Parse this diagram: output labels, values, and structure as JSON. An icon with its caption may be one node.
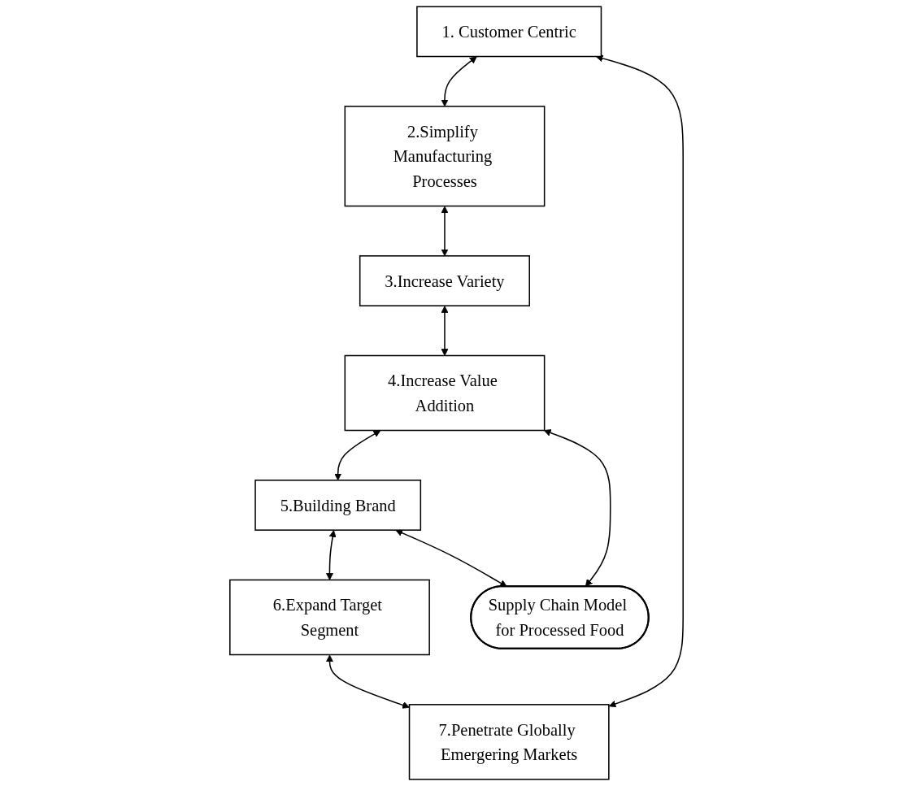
{
  "diagram": {
    "nodes": [
      {
        "text": [
          "1. Customer Centric"
        ]
      },
      {
        "text": [
          "2.Simplify Manufacturing Processes"
        ]
      },
      {
        "text": [
          "3.Increase Variety"
        ]
      },
      {
        "text": [
          "4.Increase Value Addition"
        ]
      },
      {
        "text": [
          "5.Building Brand"
        ]
      },
      {
        "text": [
          "6.Expand Target Segment"
        ]
      },
      {
        "text": [
          "7.Penetrate Globally Emergering Markets"
        ]
      },
      {
        "text": [
          "Supply Chain Model for Processed Food"
        ]
      }
    ],
    "edges": [
      {
        "from": 6,
        "to": 0,
        "arrow": "both"
      },
      {
        "from": 0,
        "to": 1,
        "arrow": "both"
      },
      {
        "from": 1,
        "to": 2,
        "arrow": "both"
      },
      {
        "from": 2,
        "to": 3,
        "arrow": "both"
      },
      {
        "from": 3,
        "to": 4,
        "arrow": "both"
      },
      {
        "from": 4,
        "to": 5,
        "arrow": "both"
      },
      {
        "from": 5,
        "to": 6,
        "arrow": "both"
      },
      {
        "from": 4,
        "to": 7,
        "arrow": "both"
      },
      {
        "from": 7,
        "to": 3,
        "arrow": "both"
      }
    ]
  }
}
